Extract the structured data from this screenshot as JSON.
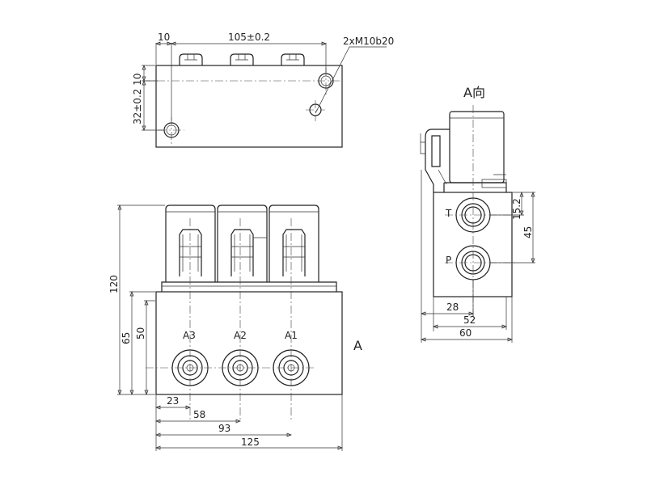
{
  "top_view": {
    "dim_10": "10",
    "dim_105": "105±0.2",
    "thread_callout": "2xM10b20",
    "dim_vertical": "32±0.2 10"
  },
  "front_view": {
    "port_labels": [
      "A3",
      "A2",
      "A1"
    ],
    "dim_120": "120",
    "dim_65": "65",
    "dim_50": "50",
    "dim_23": "23",
    "dim_58": "58",
    "dim_93": "93",
    "dim_125": "125",
    "view_letter": "A"
  },
  "side_view": {
    "view_title": "A向",
    "port_t": "T",
    "port_p": "P",
    "dim_15_2": "15.2",
    "dim_45": "45",
    "dim_28": "28",
    "dim_52": "52",
    "dim_60": "60"
  }
}
